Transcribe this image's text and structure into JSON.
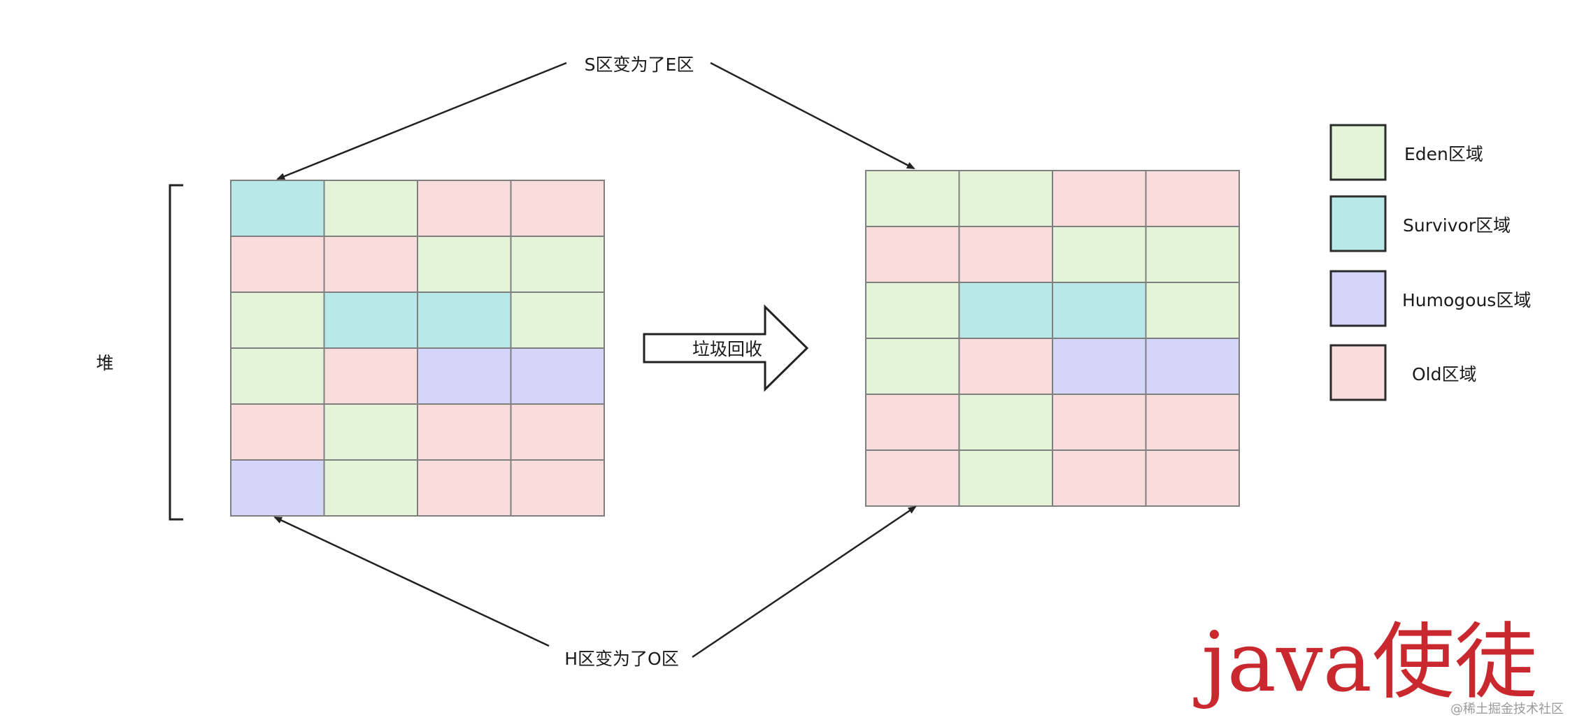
{
  "colors": {
    "E": "#e3f4d8",
    "S": "#b8e8e8",
    "H": "#d3d6f8",
    "O": "#f9dcdc"
  },
  "heap_label": "堆",
  "gc_label": "垃圾回收",
  "annotations": {
    "top": "S区变为了E区",
    "bottom": "H区变为了O区"
  },
  "grids": {
    "before": [
      [
        "S",
        "E",
        "O",
        "O"
      ],
      [
        "O",
        "O",
        "E",
        "E"
      ],
      [
        "E",
        "S",
        "S",
        "E"
      ],
      [
        "E",
        "O",
        "H",
        "H"
      ],
      [
        "O",
        "E",
        "O",
        "O"
      ],
      [
        "H",
        "E",
        "O",
        "O"
      ]
    ],
    "after": [
      [
        "E",
        "E",
        "O",
        "O"
      ],
      [
        "O",
        "O",
        "E",
        "E"
      ],
      [
        "E",
        "S",
        "S",
        "E"
      ],
      [
        "E",
        "O",
        "H",
        "H"
      ],
      [
        "O",
        "E",
        "O",
        "O"
      ],
      [
        "O",
        "E",
        "O",
        "O"
      ]
    ]
  },
  "legend": [
    {
      "key": "E",
      "label": "Eden区域"
    },
    {
      "key": "S",
      "label": "Survivor区域"
    },
    {
      "key": "H",
      "label": "Humogous区域"
    },
    {
      "key": "O",
      "label": "Old区域"
    }
  ],
  "watermark": {
    "main": "java使徒",
    "sub": "@稀土掘金技术社区"
  }
}
